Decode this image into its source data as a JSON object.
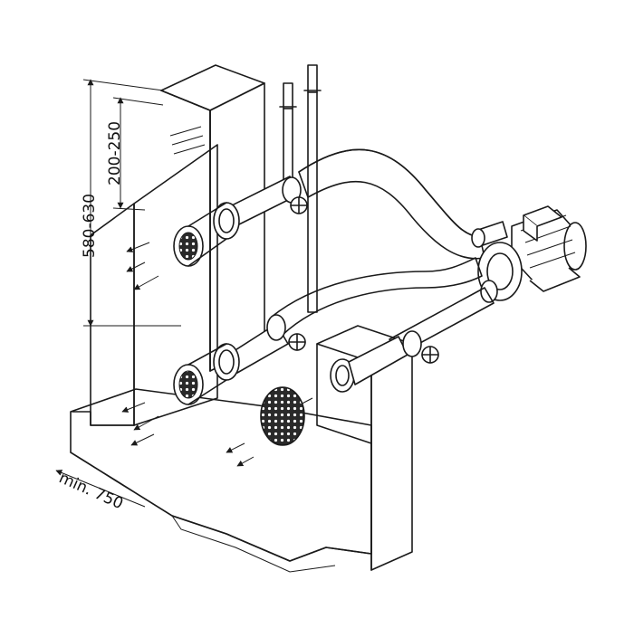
{
  "diagram": {
    "dimensions": {
      "overall_height": "580-630",
      "jet_depth": "200-250",
      "min_spacing": "min. 750"
    },
    "colors": {
      "ink": "#1a1a1a",
      "background": "#ffffff",
      "drain_fill": "#2a2a2a"
    },
    "icons": {
      "pump": "pump-motor-icon",
      "valve": "valve-handwheel-icon",
      "nozzle": "jet-nozzle-icon",
      "drain": "floor-drain-grate-icon"
    }
  }
}
